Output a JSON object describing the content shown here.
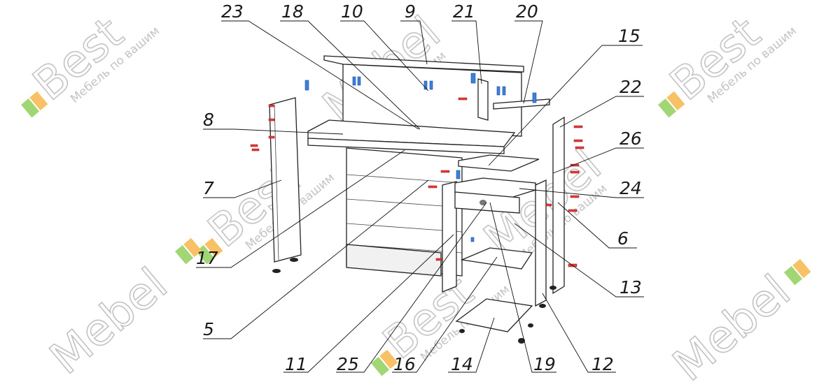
{
  "watermark": {
    "brand": "Bestmebel",
    "brand_split": [
      "Best",
      "Mebel"
    ],
    "tagline": "Мебель по вашим",
    "colors": {
      "green": "#8fcf5a",
      "orange": "#f7b64a",
      "text": "#b8b8b8"
    }
  },
  "callouts": [
    {
      "label": "23"
    },
    {
      "label": "18"
    },
    {
      "label": "10"
    },
    {
      "label": "9"
    },
    {
      "label": "21"
    },
    {
      "label": "20"
    },
    {
      "label": "15"
    },
    {
      "label": "22"
    },
    {
      "label": "26"
    },
    {
      "label": "24"
    },
    {
      "label": "8"
    },
    {
      "label": "7"
    },
    {
      "label": "17"
    },
    {
      "label": "5"
    },
    {
      "label": "6"
    },
    {
      "label": "13"
    },
    {
      "label": "11"
    },
    {
      "label": "25"
    },
    {
      "label": "16"
    },
    {
      "label": "14"
    },
    {
      "label": "19"
    },
    {
      "label": "12"
    }
  ],
  "colors": {
    "line": "#222222",
    "fastener_blue": "#3d7fd9",
    "fastener_red": "#e23b3b"
  }
}
